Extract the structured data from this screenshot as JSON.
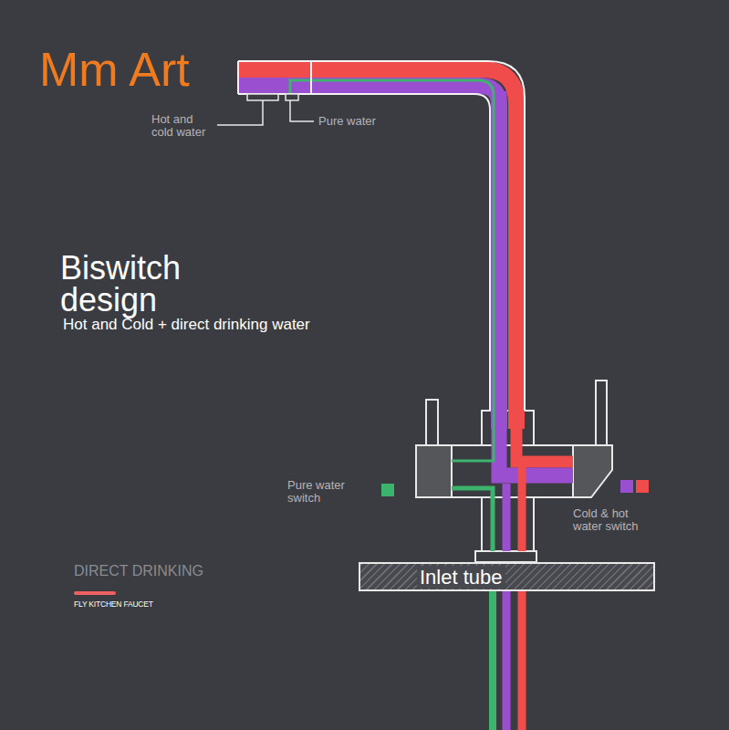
{
  "diagram": {
    "title": "Biswitch design",
    "nodes": [
      {
        "text": [
          "Inlet tube"
        ]
      }
    ],
    "labels": [
      "Mm Art",
      "Hot and cold water",
      "Pure water",
      "Hot and Cold + direct drinking water",
      "Pure water switch",
      "Cold & hot water switch",
      "DIRECT DRINKING",
      "FLY KITCHEN FAUCET"
    ]
  }
}
